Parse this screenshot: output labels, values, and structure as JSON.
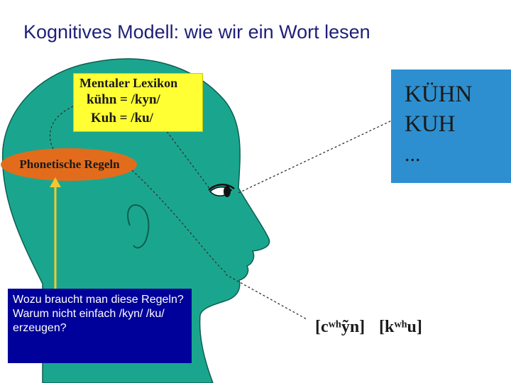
{
  "title": "Kognitives Modell: wie wir ein Wort lesen",
  "lexicon": {
    "heading": "Mentaler Lexikon",
    "entries": [
      "kühn = /kyn/",
      "Kuh = /ku/"
    ]
  },
  "rules": {
    "label": "Phonetische Regeln"
  },
  "written_words": [
    "KÜHN",
    "KUH",
    "..."
  ],
  "question": "Wozu braucht man diese Regeln? Warum nicht einfach /kyn/ /ku/ erzeugen?",
  "transcriptions": {
    "first": "[cʷʰỹn]",
    "second": "[kʷʰu]"
  },
  "colors": {
    "head": "#1aa68e",
    "lexicon_box": "#ffff33",
    "rules_oval": "#e26c1c",
    "words_box": "#2e8fd0",
    "question_box": "#00009a",
    "arrow": "#f2c830"
  },
  "icons": [
    "head-silhouette",
    "eye-icon",
    "ear-icon"
  ]
}
